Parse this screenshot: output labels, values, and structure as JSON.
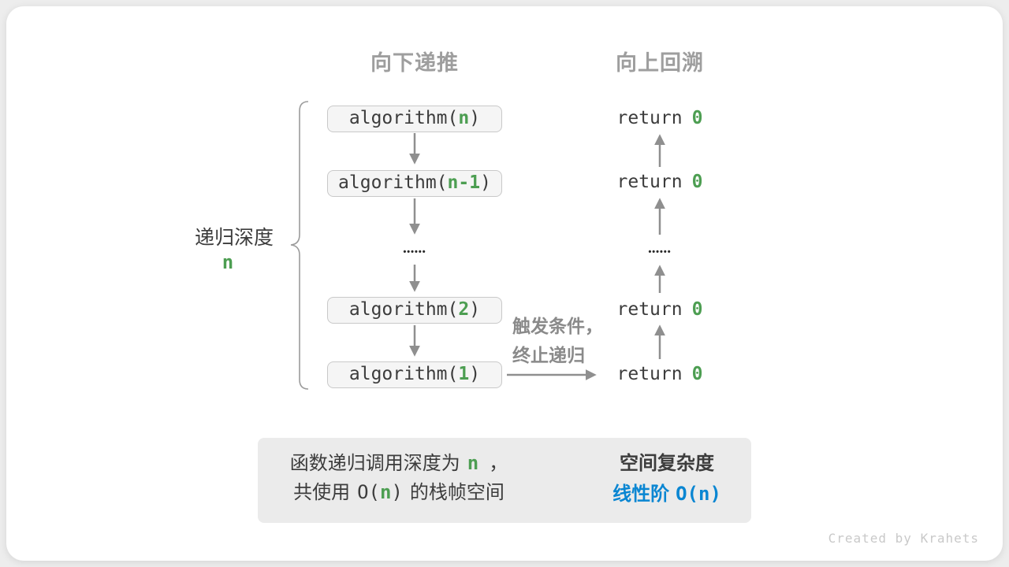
{
  "diagram": {
    "headers": {
      "down": "向下递推",
      "up": "向上回溯"
    },
    "depth": {
      "label": "递归深度",
      "value": "n"
    },
    "dots": "••••••",
    "calls": [
      {
        "pre": "algorithm(",
        "arg": "n",
        "post": ")"
      },
      {
        "pre": "algorithm(",
        "arg": "n-1",
        "post": ")"
      },
      {
        "pre": "algorithm(",
        "arg": "2",
        "post": ")"
      },
      {
        "pre": "algorithm(",
        "arg": "1",
        "post": ")"
      }
    ],
    "return_stmt": {
      "keyword": "return",
      "value": "0"
    },
    "annotation": {
      "line1": "触发条件，",
      "line2": "终止递归"
    }
  },
  "summary": {
    "line1": {
      "pre": "函数递归调用深度为",
      "n": "n",
      "post": "，"
    },
    "line2": {
      "pre": "共使用",
      "formula_open": "O(",
      "n": "n",
      "formula_close": ")",
      "post": "的栈帧空间"
    },
    "result_title": "空间复杂度",
    "result_label": "线性阶",
    "result_formula": "O(n)"
  },
  "watermark": "Created by Krahets",
  "colors": {
    "green": "#4D9E52",
    "blue": "#0A86D2",
    "text_dark": "#3C3C3C",
    "header_gray": "#9E9E9E",
    "annotation_gray": "#8A8A8A",
    "arrow_gray": "#8F8F8F",
    "block_arrow_gray": "#BBBBBB",
    "box_bg": "#F5F5F5",
    "box_border": "#C9C9C9",
    "summary_bg": "#EBEBEB",
    "card_bg": "#FFFFFF"
  }
}
